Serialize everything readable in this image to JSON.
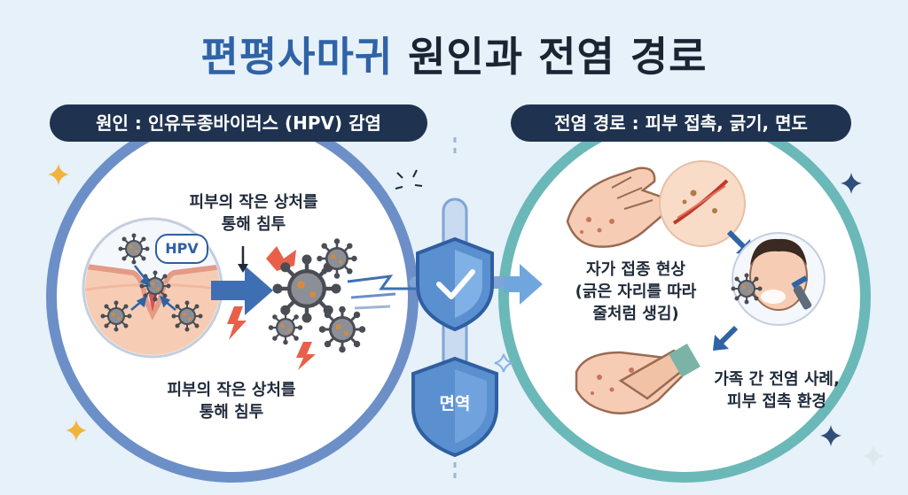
{
  "title": {
    "accent": "편평사마귀",
    "rest": "원인과 전염 경로"
  },
  "cause_section": {
    "heading": "원인 : 인유두종바이러스 (HPV) 감염",
    "hpv_label": "HPV",
    "top_caption_line1": "피부의 작은 상처를",
    "top_caption_line2": "통해 침투",
    "bottom_caption_line1": "피부의 작은 상처를",
    "bottom_caption_line2": "통해 침투"
  },
  "center": {
    "immunity_label": "면역"
  },
  "spread_section": {
    "heading": "전염 경로 : 피부 접촉, 긁기, 면도",
    "autoinoculation_line1": "자가 접종 현상",
    "autoinoculation_line2": "(긁은 자리를 따라",
    "autoinoculation_line3": "줄처럼 생김)",
    "family_line1": "가족 간 전염 사례,",
    "family_line2": "피부 접촉 환경"
  },
  "colors": {
    "navy": "#1f3350",
    "accent_blue": "#2f63a6",
    "teal_ring": "#6bb8b8",
    "blue_ring": "#6d8fc7",
    "skin": "#f6cdb4",
    "wound_red": "#d9534f"
  }
}
